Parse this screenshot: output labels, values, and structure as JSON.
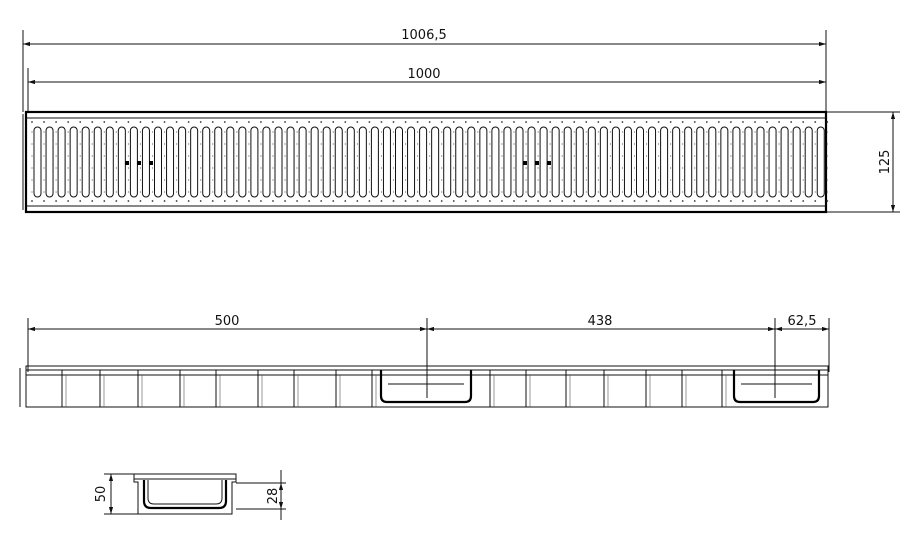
{
  "top_view": {
    "dims": {
      "overall_length": "1006,5",
      "grate_length": "1000",
      "width": "125"
    }
  },
  "side_view": {
    "dims": {
      "first_section": "500",
      "second_section": "438",
      "end_offset": "62,5"
    }
  },
  "section_view": {
    "dims": {
      "height": "50",
      "inner_height": "28"
    }
  }
}
